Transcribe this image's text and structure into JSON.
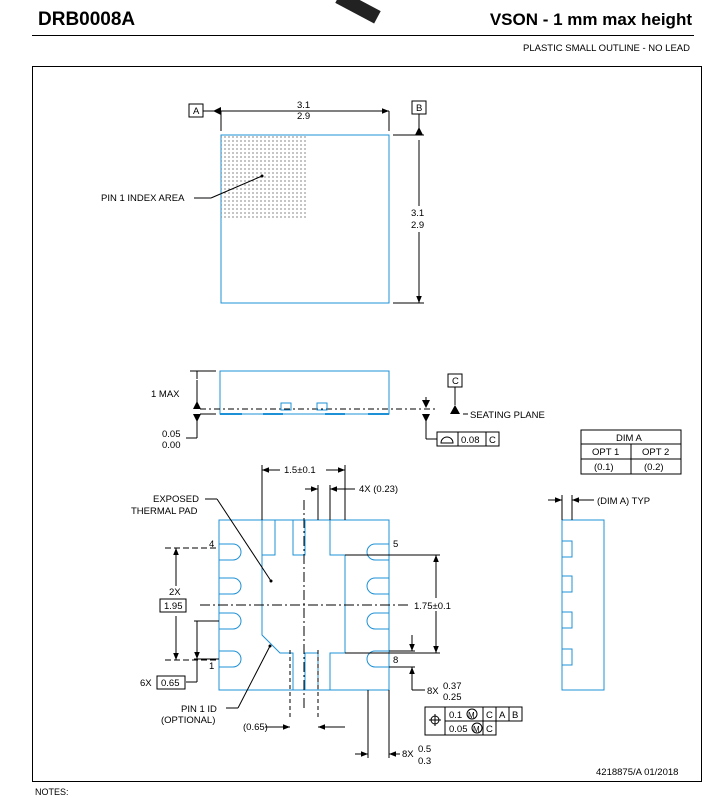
{
  "header": {
    "part_number": "DRB0008A",
    "title": "VSON - 1 mm max height",
    "subtitle": "PLASTIC SMALL OUTLINE - NO LEAD"
  },
  "colors": {
    "outline": "#1e90d6",
    "ink": "#000000"
  },
  "top_view": {
    "datum_a": "A",
    "datum_b": "B",
    "width_max": "3.1",
    "width_min": "2.9",
    "height_max": "3.1",
    "height_min": "2.9",
    "pin1_label": "PIN 1 INDEX AREA"
  },
  "side_view": {
    "max_label": "1 MAX",
    "standoff_max": "0.05",
    "standoff_min": "0.00",
    "datum_c": "C",
    "seating_label": "SEATING PLANE",
    "flatness_value": "0.08",
    "flatness_datum": "C"
  },
  "dim_table": {
    "title": "DIM A",
    "headers": [
      "OPT 1",
      "OPT 2"
    ],
    "values": [
      "(0.1)",
      "(0.2)"
    ]
  },
  "bottom_view": {
    "pad_width": "1.5",
    "pad_width_tol": "0.1",
    "lead_width": "4X (0.23)",
    "pad_label_1": "EXPOSED",
    "pad_label_2": "THERMAL PAD",
    "pin_4": "4",
    "pin_5": "5",
    "pin_1": "1",
    "pin_8": "8",
    "pitch_count": "2X",
    "pitch_value": "1.95",
    "pad_height": "1.75",
    "pad_height_tol": "0.1",
    "lead_pitch_count": "6X",
    "lead_pitch": "0.65",
    "lead_count": "8X",
    "lead_w_max": "0.37",
    "lead_w_min": "0.25",
    "pin1_id_1": "PIN 1 ID",
    "pin1_id_2": "(OPTIONAL)",
    "ref_065": "(0.65)",
    "pos_tol_1": "0.1",
    "pos_tol_2": "0.05",
    "datum_c": "C",
    "datum_a": "A",
    "datum_b": "B",
    "len_count": "8X",
    "len_max": "0.5",
    "len_min": "0.3"
  },
  "end_view": {
    "label": "(DIM A) TYP"
  },
  "footer": {
    "doc_id": "4218875/A 01/2018",
    "notes_heading": "NOTES:"
  }
}
